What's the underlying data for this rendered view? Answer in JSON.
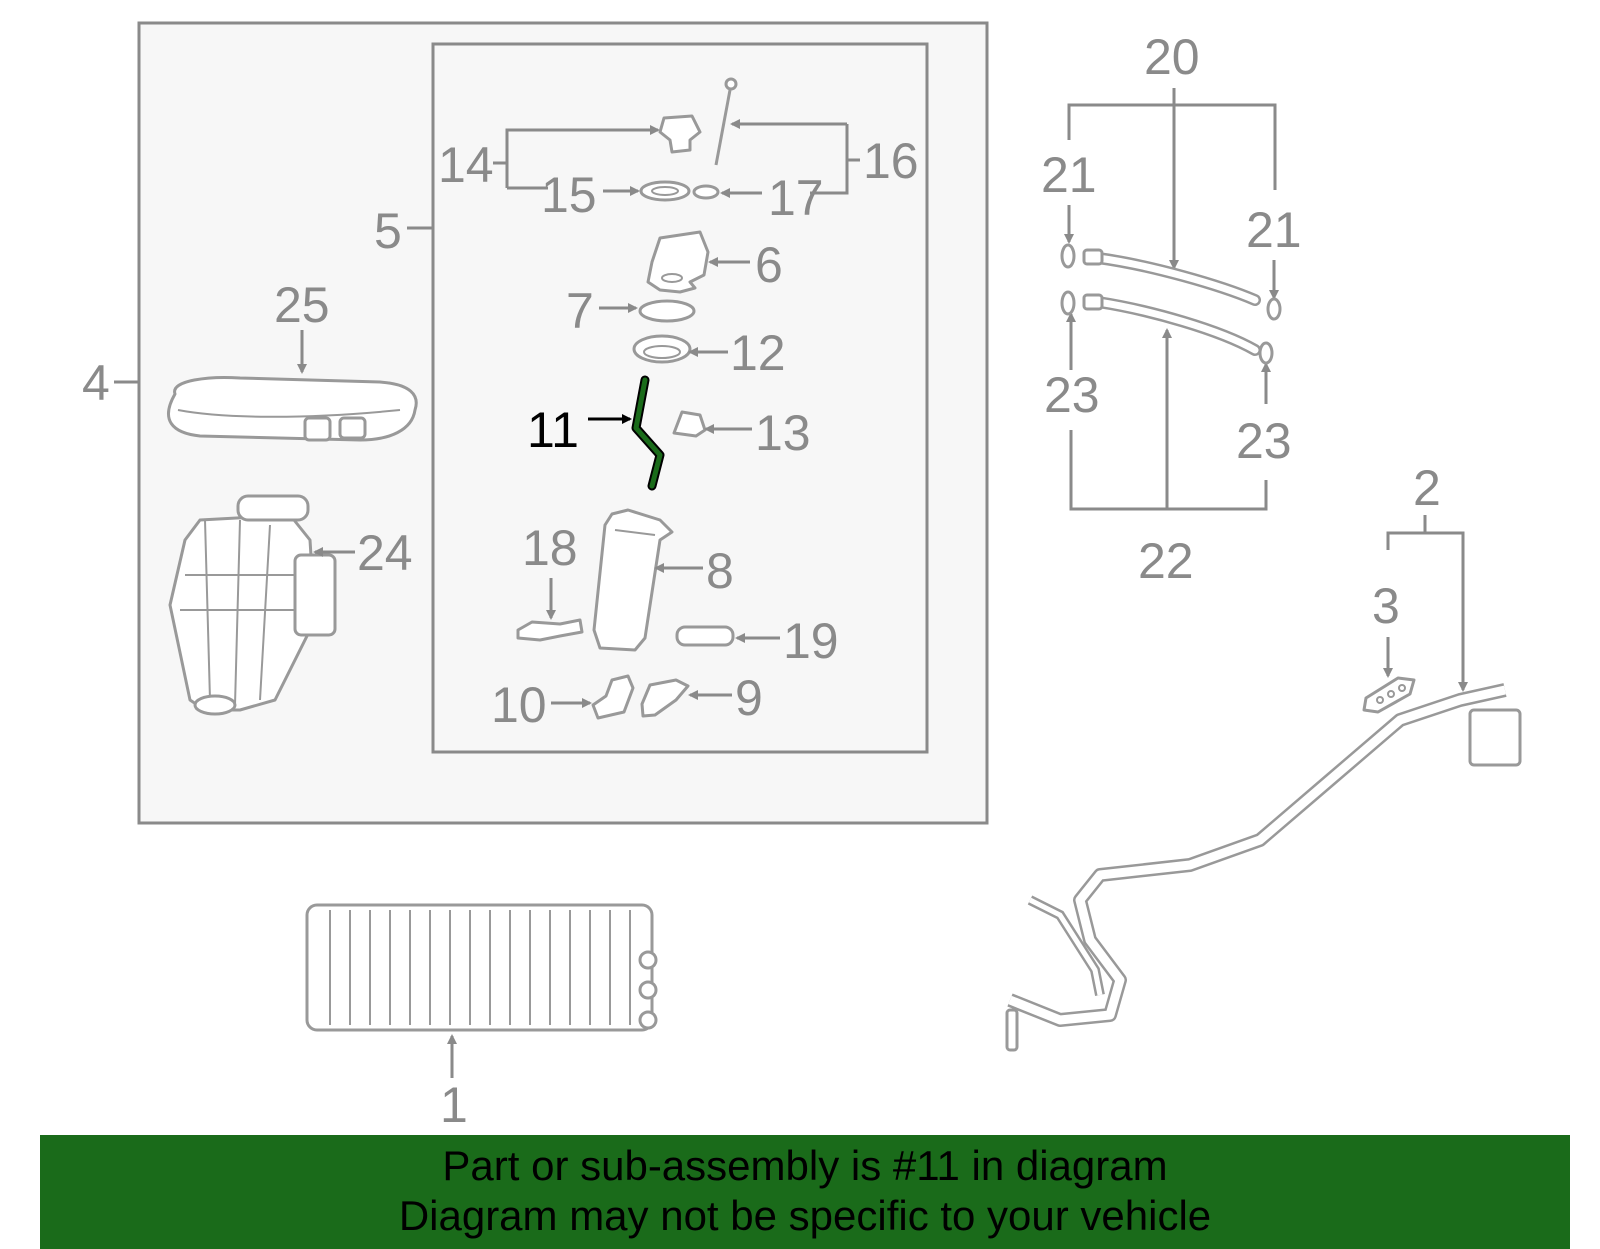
{
  "labels": {
    "l1": "1",
    "l2": "2",
    "l3": "3",
    "l4": "4",
    "l5": "5",
    "l6": "6",
    "l7": "7",
    "l8": "8",
    "l9": "9",
    "l10": "10",
    "l11": "11",
    "l12": "12",
    "l13": "13",
    "l14": "14",
    "l15": "15",
    "l16": "16",
    "l17": "17",
    "l18": "18",
    "l19": "19",
    "l20": "20",
    "l21a": "21",
    "l21b": "21",
    "l22": "22",
    "l23a": "23",
    "l23b": "23",
    "l24": "24",
    "l25": "25"
  },
  "highlight": {
    "part_number": "11",
    "color": "#1a6b1a"
  },
  "colors": {
    "line": "#8a8a8a",
    "footer_bg": "#1a6b1a",
    "panel_bg": "#f7f7f7"
  },
  "footer": {
    "line1": "Part or sub-assembly is #11 in diagram",
    "line2": "Diagram may not be specific to your vehicle"
  }
}
